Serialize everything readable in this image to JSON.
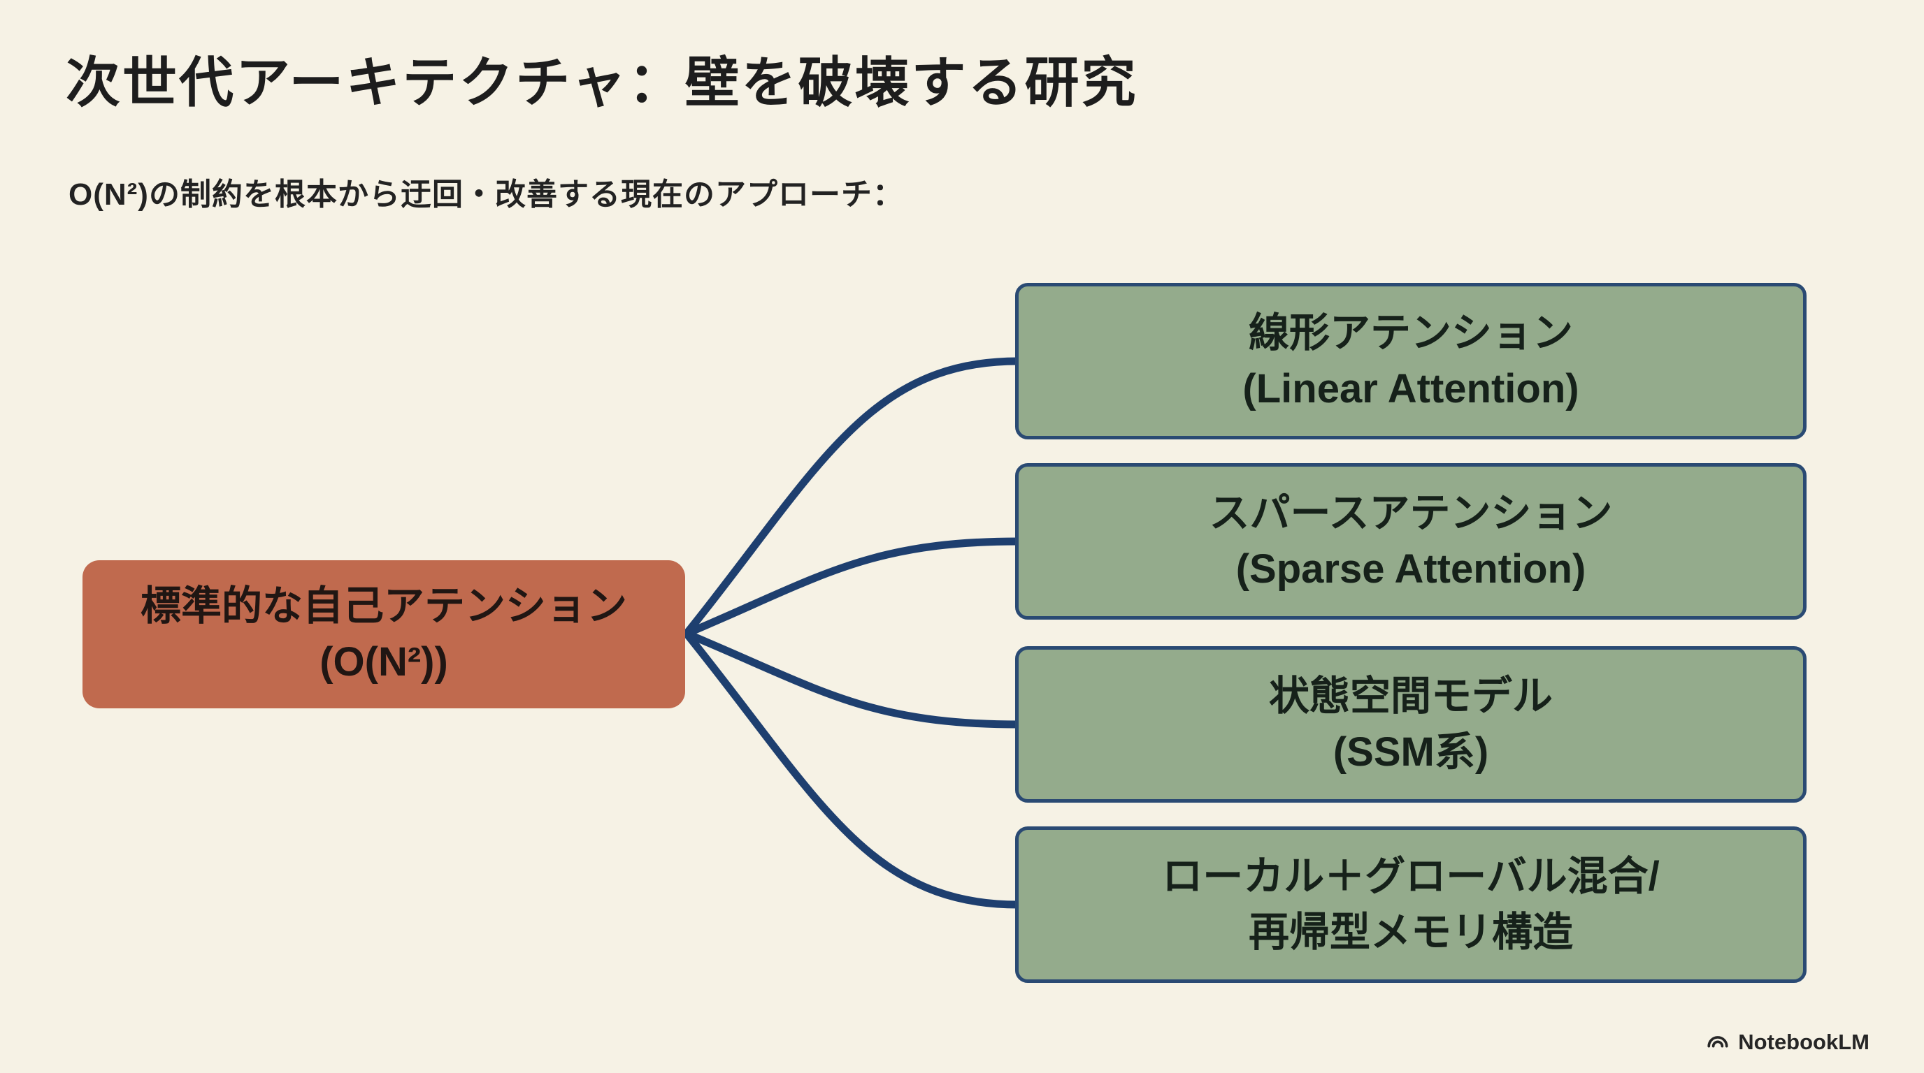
{
  "slide": {
    "title": "次世代アーキテクチャ：壁を破壊する研究",
    "subtitle": "O(N²)の制約を根本から迂回・改善する現在のアプローチ：",
    "footer": {
      "brand": "NotebookLM",
      "icon": "notebooklm-swirl-icon"
    }
  },
  "diagram": {
    "type": "fan-out",
    "source": {
      "line1": "標準的な自己アテンション",
      "line2": "(O(N²))"
    },
    "targets": [
      {
        "line1": "線形アテンション",
        "line2": "(Linear Attention)"
      },
      {
        "line1": "スパースアテンション",
        "line2": "(Sparse Attention)"
      },
      {
        "line1": "状態空間モデル",
        "line2": "(SSM系)"
      },
      {
        "line1": "ローカル＋グローバル混合/",
        "line2": "再帰型メモリ構造"
      }
    ],
    "colors": {
      "background": "#f6f2e5",
      "source_fill": "#c06a4e",
      "target_fill": "#94ab8c",
      "target_border": "#2a4a73",
      "connector": "#1e3f6f",
      "text": "#1d1d1d"
    }
  }
}
